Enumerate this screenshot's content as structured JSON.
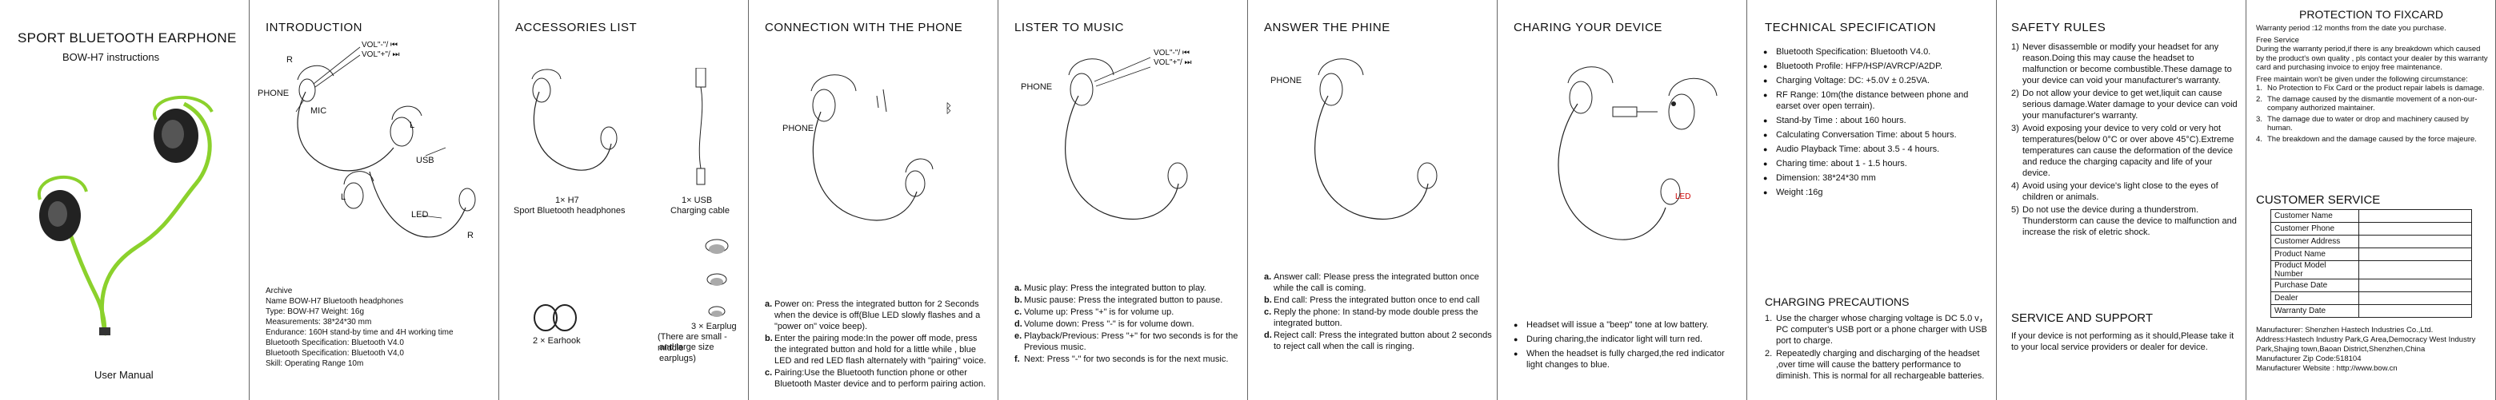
{
  "cover": {
    "title": "SPORT BLUETOOTH EARPHONE",
    "subtitle": "BOW-H7 instructions",
    "footer": "User Manual"
  },
  "intro": {
    "title": "INTRODUCTION",
    "labels": {
      "vol_minus": "VOL\"-\"/",
      "vol_plus": "VOL\"+\"/",
      "prev": "⏮",
      "next": "⏭",
      "r": "R",
      "phone": "PHONE",
      "mic": "MIC",
      "l": "L",
      "usb": "USB",
      "l2": "L",
      "led": "LED",
      "r2": "R"
    },
    "specs": [
      "Archive",
      "Name BOW-H7 Bluetooth headphones",
      "Type:  BOW-H7        Weight: 16g",
      "Measurements: 38*24*30 mm",
      "Endurance: 160H stand-by time and 4H working time",
      "Bluetooth Specification: Bluetooth V4.0",
      "Bluetooth Specification: Bluetooth V4,0",
      "Skill: Operating Range 10m"
    ]
  },
  "accessories": {
    "title": "ACCESSORIES  LIST",
    "items": [
      "1× H7",
      "Sport Bluetooth headphones",
      "1× USB",
      "Charging cable",
      "3 × Earplug",
      "(There are small -  middle",
      "and large size earplugs)",
      "2 × Earhook"
    ]
  },
  "connect": {
    "title": "CONNECTION WITH  THE PHONE",
    "phone_label": "PHONE",
    "bt_icon": "bluetooth-icon",
    "steps": [
      {
        "k": "a.",
        "t": "Power on: Press the integrated button for 2 Seconds when the device is off(Blue LED slowly flashes and a \"power on\" voice beep)."
      },
      {
        "k": "b.",
        "t": "Enter the pairing mode:In the power off mode, press the integrated button and hold for a little while , blue LED and red LED flash alternately with \"pairing\" voice."
      },
      {
        "k": "c.",
        "t": "Pairing:Use the Bluetooth function phone or other Bluetooth Master device and to perform pairing action."
      }
    ]
  },
  "music": {
    "title": "LISTER TO MUSIC",
    "labels": {
      "vol_minus": "VOL\"-\"/",
      "vol_plus": "VOL\"+\"/",
      "prev": "⏮",
      "next": "⏭",
      "phone": "PHONE"
    },
    "steps": [
      {
        "k": "a.",
        "t": "Music play: Press the integrated button to play."
      },
      {
        "k": "b.",
        "t": "Music pause: Press the integrated button to pause."
      },
      {
        "k": "c.",
        "t": "Volume up: Press \"+\" is for volume up."
      },
      {
        "k": "d.",
        "t": "Volume down: Press \"-\" is for volume down."
      },
      {
        "k": "e.",
        "t": "Playback/Previous: Press \"+\" for two seconds is for the Previous music."
      },
      {
        "k": "f.",
        "t": "Next: Press \"-\" for two seconds is for the next music."
      }
    ]
  },
  "answer": {
    "title": "ANSWER THE PHINE",
    "phone_label": "PHONE",
    "steps": [
      {
        "k": "a.",
        "t": "Answer call: Please press the integrated button once while the call is coming."
      },
      {
        "k": "b.",
        "t": "End call: Press the integrated button once to end call"
      },
      {
        "k": "c.",
        "t": "Reply the phone: In stand-by mode double press the integrated button."
      },
      {
        "k": "d.",
        "t": "Reject call: Press the integrated button about 2 seconds to reject call when the call is ringing."
      }
    ]
  },
  "charging": {
    "title": "CHARING YOUR DEVICE",
    "led_label": "LED",
    "notes": [
      "Headset will issue a \"beep\" tone at low battery.",
      "During charing,the indicator light will turn red.",
      "When the headset is fully charged,the red indicator light changes to blue."
    ]
  },
  "tech": {
    "title": "TECHNICAL SPECIFICATION",
    "specs": [
      "Bluetooth Specification: Bluetooth V4.0.",
      "Bluetooth Profile: HFP/HSP/AVRCP/A2DP.",
      "Charging Voltage: DC: +5.0V ± 0.25VA.",
      "RF Range: 10m(the distance between phone and earset over open terrain).",
      "Stand-by Time : about 160 hours.",
      "Calculating Conversation Time: about 5 hours.",
      "Audio Playback Time: about 3.5 - 4 hours.",
      "Charing time: about 1 - 1.5 hours.",
      "Dimension: 38*24*30 mm",
      "Weight :16g"
    ],
    "precautions_title": "CHARGING PRECAUTIONS",
    "precautions": [
      "Use the charger whose charging voltage is DC 5.0 v，PC computer's USB port or a phone charger with USB port to charge.",
      "Repeatedly charging and discharging of the headset ,over time will cause the battery performance to diminish. This is normal for all rechargeable batteries."
    ]
  },
  "safety": {
    "title": "SAFETY RULES",
    "rules": [
      "Never disassemble or modify your headset for any reason.Doing this may cause the headset to malfunction or become combustible.These damage to your device can void your manufacturer's warranty.",
      "Do not allow your device to get wet,liquit can cause serious damage.Water damage to your device can void your manufacturer's warranty.",
      "Avoid exposing your device to very cold or very hot temperatures(below 0°C or over above 45°C).Extreme temperatures can cause the deformation of the device and reduce the charging capacity and life of your device.",
      "Avoid using your device's light close to the eyes of children or animals.",
      "Do not use the device during a thunderstrom. Thunderstorm can cause the device to malfunction and increase the risk of eletric shock."
    ],
    "service_title": "SERVICE AND SUPPORT",
    "service_text": "If your device is not performing as it should,Please take it to your local service providers or dealer for device."
  },
  "warranty": {
    "title": "PROTECTION TO FIXCARD",
    "period": "Warranty period :12 months from the date you purchase.",
    "free_service_title": "Free Service",
    "free_service_text": "During the warranty period,if there is any breakdown which caused by the product's own quality , pls contact your dealer by this warranty card and purchasing invoice to enjoy free maintenance.",
    "not_given_title": "Free maintain won't be given under the following circumstance:",
    "not_given": [
      "No Protection to Fix Card or the product repair labels is damage.",
      "The damage caused by the dismantle movement of a non-our-company authorized maintainer.",
      "The damage due to water or drop and machinery caused by human.",
      "The breakdown and the damage caused by the force majeure."
    ],
    "customer_title": "CUSTOMER SERVICE",
    "table_rows": [
      "Customer Name",
      "Customer Phone",
      "Customer Address",
      "Product Name",
      "Product Model Number",
      "Purchase Date",
      "Dealer",
      "Warranty Date"
    ],
    "manufacturer": "Manufacturer: Shenzhen Hastech Industries Co.,Ltd.",
    "address": "Address:Hastech Industry Park,G Area,Democracy West Industry Park,Shajing town,Baoan District,Shenzhen,China",
    "zip": "Manufacturer Zip Code:518104",
    "website": "Manufacturer Website : http://www.bow.cn"
  }
}
